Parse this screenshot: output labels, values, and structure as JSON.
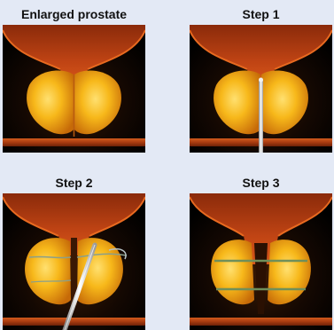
{
  "panels": [
    {
      "id": "enlarged",
      "title": "Enlarged prostate"
    },
    {
      "id": "step1",
      "title": "Step 1"
    },
    {
      "id": "step2",
      "title": "Step 2"
    },
    {
      "id": "step3",
      "title": "Step 3"
    }
  ],
  "colors": {
    "background": "#e3e9f5",
    "bladder": "#c04414",
    "prostate": "#f7b81a",
    "dark": "#050505",
    "urethra_band": "#a83b10",
    "suture": "#86a77c",
    "needle": "#d9d9d9"
  }
}
